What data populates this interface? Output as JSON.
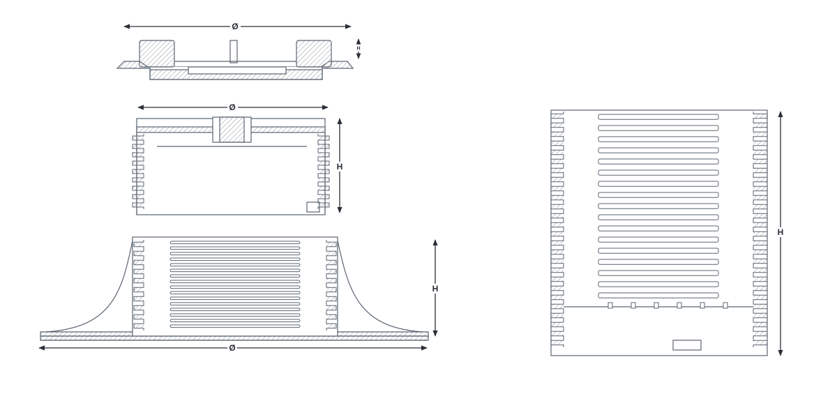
{
  "colors": {
    "line": "#5a6470",
    "hatch": "#8a939c",
    "arrow": "#2a2f36",
    "bg": "#ffffff"
  },
  "labels": {
    "top_part_diameter": "Ø",
    "top_part_height": "H",
    "adjuster_diameter": "Ø",
    "adjuster_height": "H",
    "base_height": "H",
    "base_diameter": "Ø",
    "extension_height": "H"
  }
}
